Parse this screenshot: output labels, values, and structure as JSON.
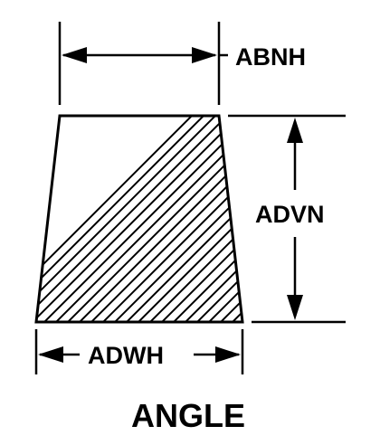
{
  "diagram": {
    "labels": {
      "top_width": "ABNH",
      "height": "ADVN",
      "bottom_width": "ADWH",
      "caption": "ANGLE"
    },
    "colors": {
      "ink": "#000000",
      "background": "#ffffff"
    }
  }
}
